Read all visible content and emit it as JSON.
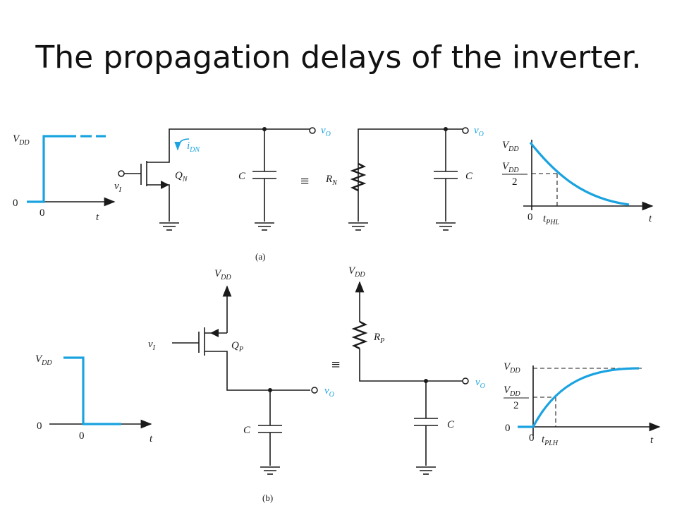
{
  "title": "The propagation delays of the inverter.",
  "labels": {
    "vdd_main": "V",
    "vdd_sub": "DD",
    "zero": "0",
    "t": "t",
    "vi_main": "v",
    "vi_sub": "I",
    "vo_main": "v",
    "vo_sub": "O",
    "idn_main": "i",
    "idn_sub": "DN",
    "qn_main": "Q",
    "qn_sub": "N",
    "qp_main": "Q",
    "qp_sub": "P",
    "c": "C",
    "rn_main": "R",
    "rn_sub": "N",
    "rp_main": "R",
    "rp_sub": "P",
    "equiv": "≡",
    "half": "2",
    "tphl_main": "t",
    "tphl_sub": "PHL",
    "tplh_main": "t",
    "tplh_sub": "PLH",
    "cap_a": "(a)",
    "cap_b": "(b)"
  },
  "colors": {
    "accent": "#1aa3e0",
    "wire": "#1a1a1a"
  }
}
